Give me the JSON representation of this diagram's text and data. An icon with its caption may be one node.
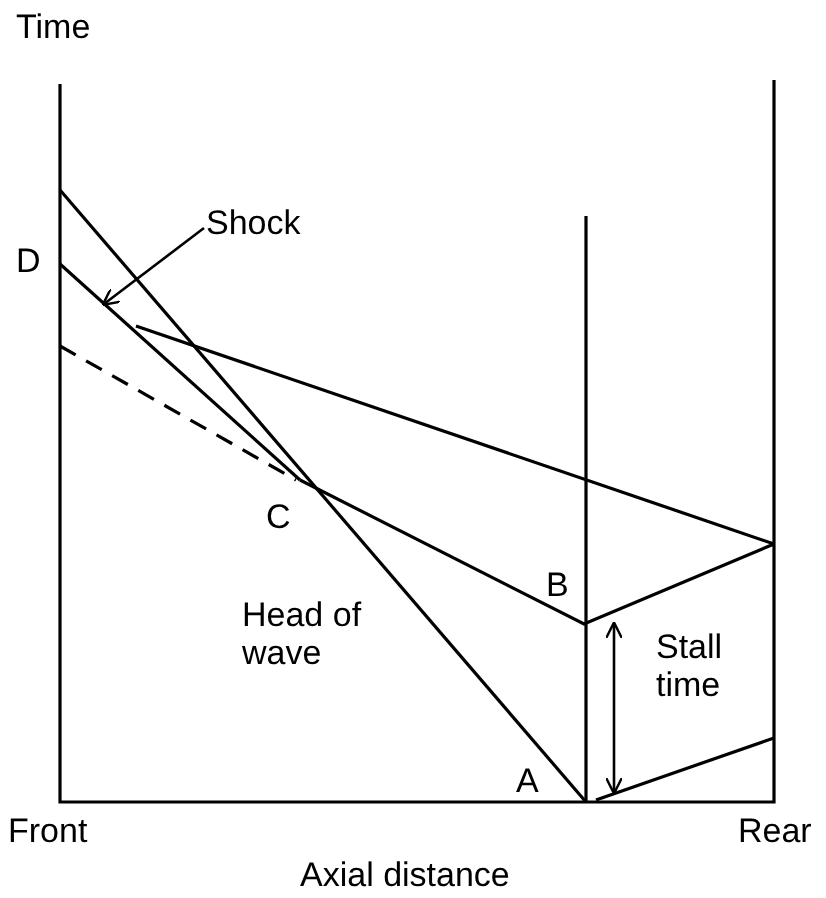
{
  "diagram": {
    "nodes": [
      {
        "text": [
          "Shock"
        ]
      },
      {
        "text": [],
        "shape": "line"
      }
    ],
    "edges": [
      {
        "from": 0,
        "to": 1,
        "arrow": "to"
      }
    ],
    "labels": [
      "Time",
      "D",
      "C",
      "B",
      "Head of wave",
      "Stall time",
      "A",
      "Front",
      "Rear",
      "Axial distance"
    ]
  }
}
